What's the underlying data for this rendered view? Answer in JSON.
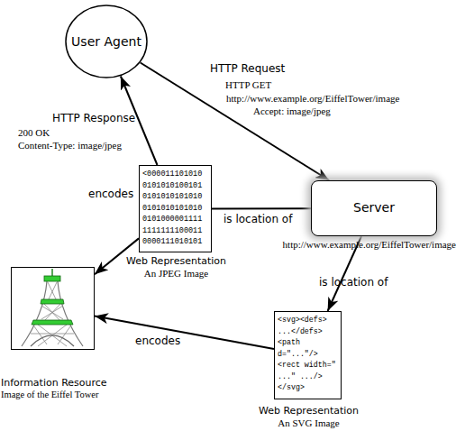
{
  "diagram": {
    "nodes": [
      {
        "text": [
          "User Agent"
        ]
      },
      {
        "text": [
          "<000011101010 0101010100101 0101010101010 0101010101010 0101000001111 1111111100011 0000111010101",
          "Web Representation",
          "An JPEG Image"
        ]
      },
      {
        "text": [
          "Server",
          "http://www.example.org/EiffelTower/image"
        ]
      },
      {
        "text": [
          "Information Resource",
          "Image of the Eiffel Tower"
        ]
      },
      {
        "text": [
          "<svg><defs> ...</defs> <path d=\"...\"/> <rect width=\" ...\" .../> </svg>",
          "Web Representation",
          "An SVG Image"
        ]
      }
    ],
    "edges": [
      {
        "from": 0,
        "to": 2,
        "label": "HTTP Request",
        "arrow": "to"
      },
      {
        "from": 1,
        "to": 0,
        "label": "HTTP Response",
        "arrow": "to"
      },
      {
        "from": 1,
        "to": 3,
        "label": "encodes",
        "arrow": "to"
      },
      {
        "from": 2,
        "to": 1,
        "label": "is location of",
        "arrow": "none"
      },
      {
        "from": 2,
        "to": 4,
        "label": "is location of",
        "arrow": "to"
      },
      {
        "from": 4,
        "to": 3,
        "label": "encodes",
        "arrow": "to"
      }
    ],
    "labels": [
      "HTTP GET",
      "http://www.example.org/EiffelTower/image",
      "Accept: image/jpeg",
      "200 OK",
      "Content-Type: image/jpeg"
    ]
  }
}
